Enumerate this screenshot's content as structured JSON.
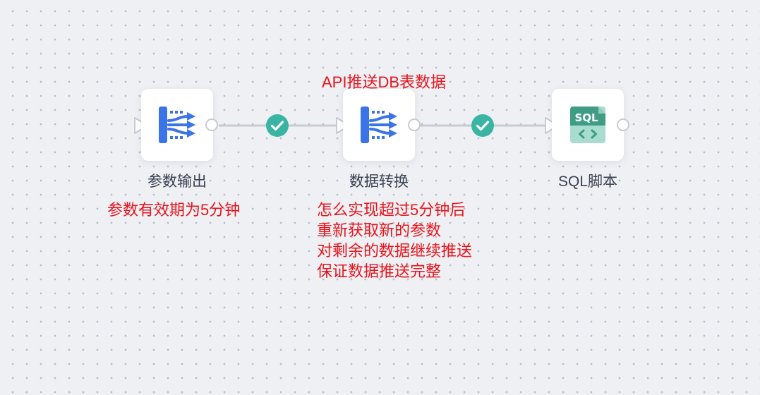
{
  "nodes": [
    {
      "label": "参数输出",
      "icon": "data-output-icon"
    },
    {
      "label": "数据转换",
      "icon": "data-transform-icon"
    },
    {
      "label": "SQL脚本",
      "icon": "sql-script-icon",
      "icon_text": "SQL"
    }
  ],
  "annotations": {
    "top_center": "API推送DB表数据",
    "node1_note": "参数有效期为5分钟",
    "node2_note": [
      "怎么实现超过5分钟后",
      "重新获取新的参数",
      "对剩余的数据继续推送",
      "保证数据推送完整"
    ]
  },
  "colors": {
    "annotation": "#e8141c",
    "icon_blue": "#3b74e6",
    "edge_check": "#3bb5a3",
    "sql_green": "#3f9d85",
    "edge_line": "#c6cbd5"
  }
}
